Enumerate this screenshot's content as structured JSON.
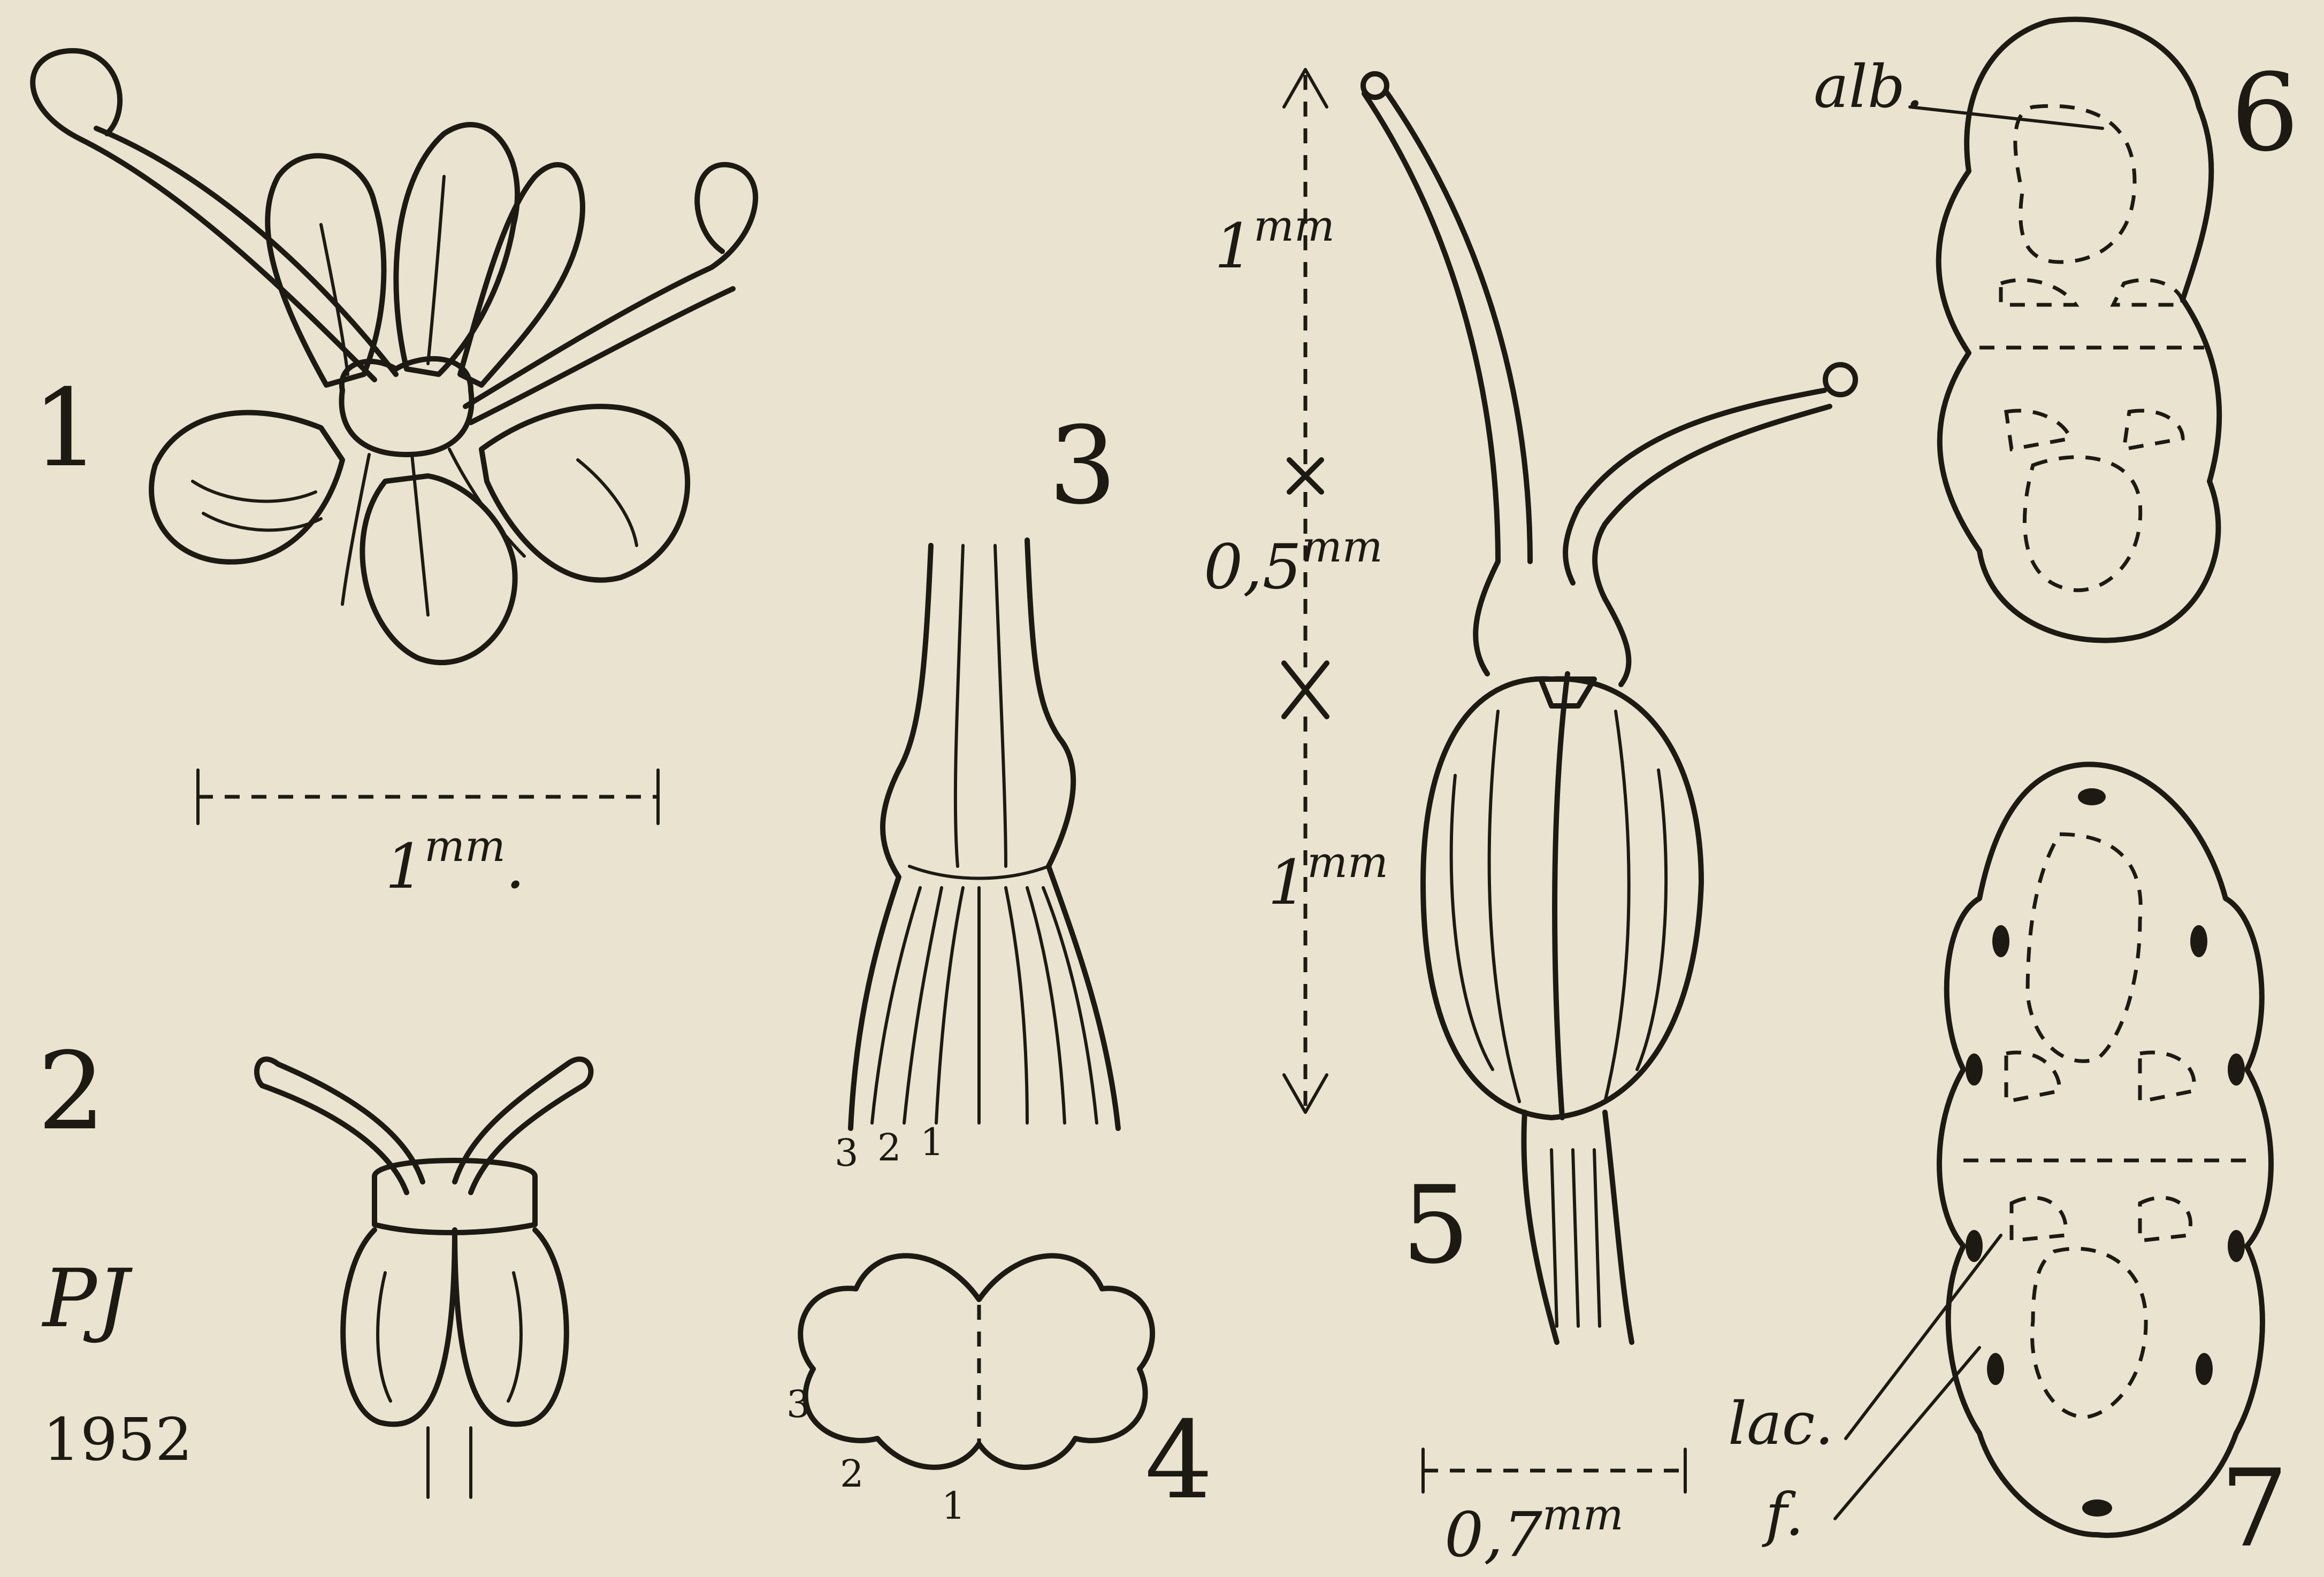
{
  "figures": {
    "fig1": {
      "number": "1",
      "scale_value": "1",
      "scale_unit": "mm",
      "scale_dot": "."
    },
    "fig2": {
      "number": "2",
      "monogram": "PJ",
      "year": "1952"
    },
    "fig3": {
      "number": "3",
      "labels": [
        "3",
        "2",
        "1"
      ]
    },
    "fig4": {
      "number": "4",
      "labels": [
        "3",
        "2",
        "1"
      ]
    },
    "fig5": {
      "number": "5",
      "dim1_value": "1",
      "dim1_unit": "mm",
      "dim2_value": "0,5",
      "dim2_unit": "mm",
      "dim3_value": "1",
      "dim3_unit": "mm",
      "scale_value": "0,7",
      "scale_unit": "mm"
    },
    "fig6": {
      "number": "6",
      "label": "alb."
    },
    "fig7": {
      "number": "7",
      "label_lac": "lac.",
      "label_f": "f."
    }
  },
  "colors": {
    "paper": "#e9e3cf",
    "ink": "#1d1a14"
  }
}
